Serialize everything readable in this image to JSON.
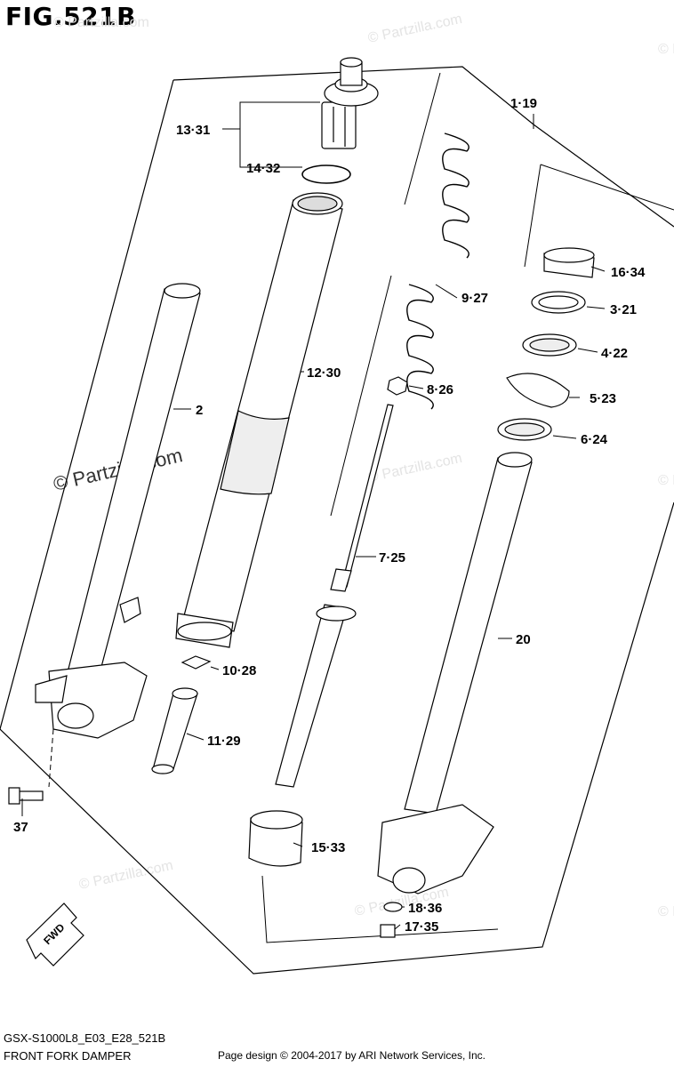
{
  "figure": {
    "title": "FIG.521B"
  },
  "callouts": [
    {
      "id": "c-13-31",
      "text": "13·31"
    },
    {
      "id": "c-14-32",
      "text": "14·32"
    },
    {
      "id": "c-1-19",
      "text": "1·19"
    },
    {
      "id": "c-16-34",
      "text": "16·34"
    },
    {
      "id": "c-9-27",
      "text": "9·27"
    },
    {
      "id": "c-3-21",
      "text": "3·21"
    },
    {
      "id": "c-4-22",
      "text": "4·22"
    },
    {
      "id": "c-12-30",
      "text": "12·30"
    },
    {
      "id": "c-8-26",
      "text": "8·26"
    },
    {
      "id": "c-2",
      "text": "2"
    },
    {
      "id": "c-5-23",
      "text": "5·23"
    },
    {
      "id": "c-6-24",
      "text": "6·24"
    },
    {
      "id": "c-7-25",
      "text": "7·25"
    },
    {
      "id": "c-20",
      "text": "20"
    },
    {
      "id": "c-10-28",
      "text": "10·28"
    },
    {
      "id": "c-11-29",
      "text": "11·29"
    },
    {
      "id": "c-37",
      "text": "37"
    },
    {
      "id": "c-15-33",
      "text": "15·33"
    },
    {
      "id": "c-18-36",
      "text": "18·36"
    },
    {
      "id": "c-17-35",
      "text": "17·35"
    }
  ],
  "watermark": {
    "main": "© Partzilla.com",
    "faint": "© Partzilla.com"
  },
  "fwd_label": "FWD",
  "footer": {
    "code": "GSX-S1000L8_E03_E28_521B",
    "name": "FRONT FORK DAMPER",
    "copyright": "Page design © 2004-2017 by ARI Network Services, Inc."
  }
}
